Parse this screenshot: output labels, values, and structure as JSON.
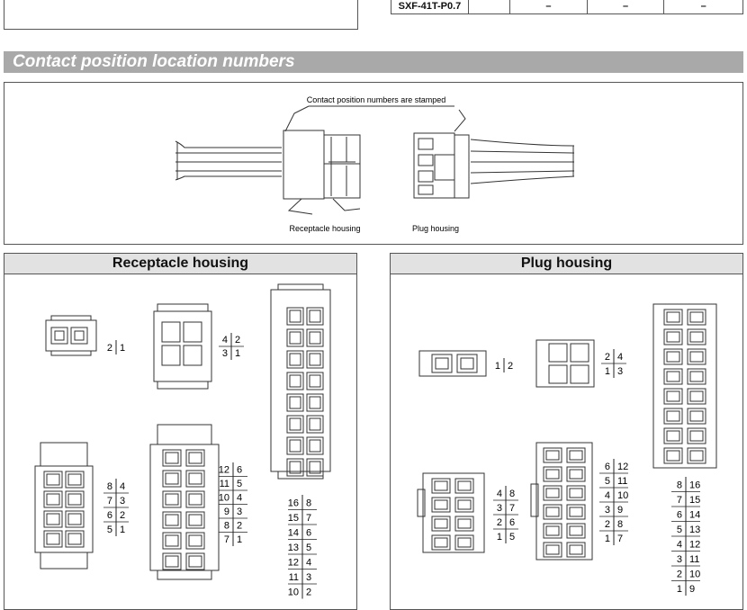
{
  "top_table": {
    "first_cell": "SXF-41T-P0.7",
    "cells": [
      "",
      "–",
      "–",
      "–"
    ]
  },
  "section_title": "Contact position location numbers",
  "diagram": {
    "stamp_label": "Contact position numbers are stamped",
    "receptacle_label": "Receptacle housing",
    "plug_label": "Plug housing"
  },
  "receptacle_panel": {
    "title": "Receptacle housing",
    "tables": [
      {
        "rows": [
          [
            "2",
            "1"
          ]
        ]
      },
      {
        "rows": [
          [
            "4",
            "2"
          ],
          [
            "3",
            "1"
          ]
        ]
      },
      {
        "rows": [
          [
            "8",
            "4"
          ],
          [
            "7",
            "3"
          ],
          [
            "6",
            "2"
          ],
          [
            "5",
            "1"
          ]
        ]
      },
      {
        "rows": [
          [
            "12",
            "6"
          ],
          [
            "11",
            "5"
          ],
          [
            "10",
            "4"
          ],
          [
            "9",
            "3"
          ],
          [
            "8",
            "2"
          ],
          [
            "7",
            "1"
          ]
        ]
      },
      {
        "rows": [
          [
            "16",
            "8"
          ],
          [
            "15",
            "7"
          ],
          [
            "14",
            "6"
          ],
          [
            "13",
            "5"
          ],
          [
            "12",
            "4"
          ],
          [
            "11",
            "3"
          ],
          [
            "10",
            "2"
          ]
        ]
      }
    ]
  },
  "plug_panel": {
    "title": "Plug housing",
    "tables": [
      {
        "rows": [
          [
            "1",
            "2"
          ]
        ]
      },
      {
        "rows": [
          [
            "2",
            "4"
          ],
          [
            "1",
            "3"
          ]
        ]
      },
      {
        "rows": [
          [
            "4",
            "8"
          ],
          [
            "3",
            "7"
          ],
          [
            "2",
            "6"
          ],
          [
            "1",
            "5"
          ]
        ]
      },
      {
        "rows": [
          [
            "6",
            "12"
          ],
          [
            "5",
            "11"
          ],
          [
            "4",
            "10"
          ],
          [
            "3",
            "9"
          ],
          [
            "2",
            "8"
          ],
          [
            "1",
            "7"
          ]
        ]
      },
      {
        "rows": [
          [
            "8",
            "16"
          ],
          [
            "7",
            "15"
          ],
          [
            "6",
            "14"
          ],
          [
            "5",
            "13"
          ],
          [
            "4",
            "12"
          ],
          [
            "3",
            "11"
          ],
          [
            "2",
            "10"
          ],
          [
            "1",
            "9"
          ]
        ]
      }
    ]
  }
}
